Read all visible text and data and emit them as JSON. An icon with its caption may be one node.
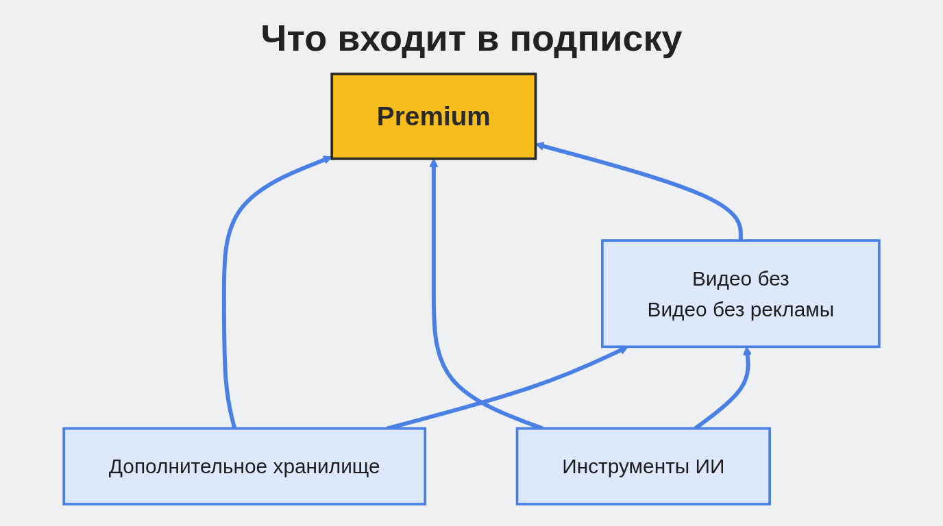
{
  "diagram": {
    "title": "Что входит в подписку",
    "nodes": [
      {
        "text": [
          "Дополнительное хранилище"
        ]
      },
      {
        "text": [
          "Premium"
        ]
      },
      {
        "text": [
          "Инструменты ИИ"
        ]
      },
      {
        "text": [
          "Видео без",
          "Видео без рекламы"
        ]
      }
    ],
    "edges": [
      {
        "from": 0,
        "to": 1,
        "arrow": "to"
      },
      {
        "from": 2,
        "to": 1,
        "arrow": "to"
      },
      {
        "from": 0,
        "to": 3,
        "arrow": "to"
      },
      {
        "from": 2,
        "to": 3,
        "arrow": "to"
      },
      {
        "from": 3,
        "to": 1,
        "arrow": "to"
      }
    ]
  }
}
